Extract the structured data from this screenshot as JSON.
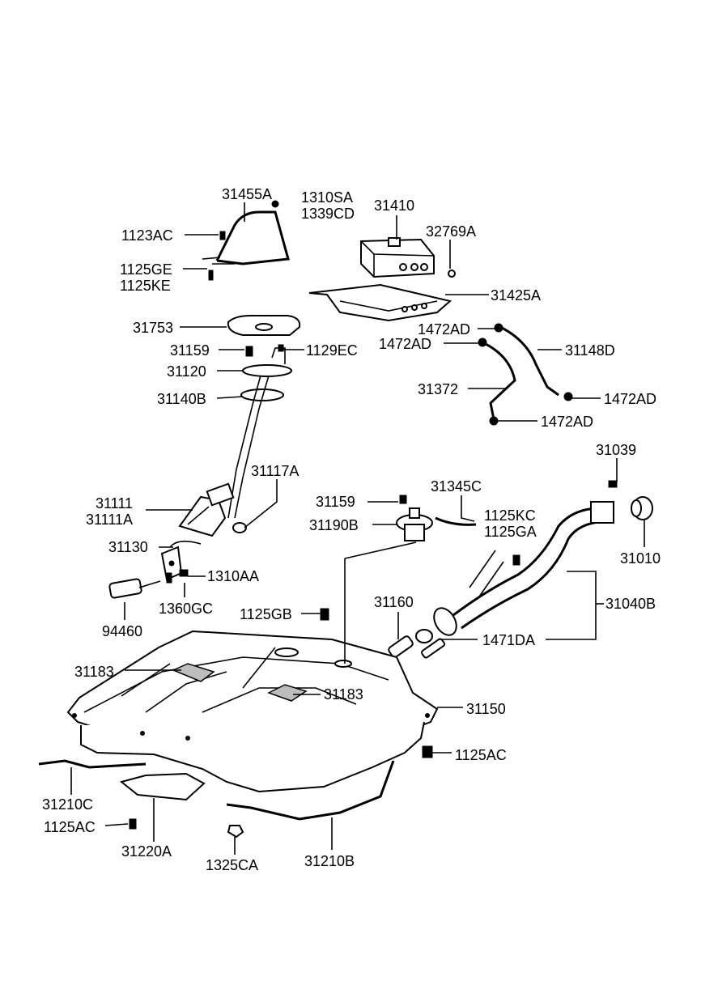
{
  "labels": {
    "p31455A": "31455A",
    "p1310SA": "1310SA",
    "p1339CD": "1339CD",
    "p1123AC": "1123AC",
    "p1125GE": "1125GE",
    "p1125KE": "1125KE",
    "p31410": "31410",
    "p32769A": "32769A",
    "p31425A": "31425A",
    "p31753": "31753",
    "p31159a": "31159",
    "p1129EC": "1129EC",
    "p31120": "31120",
    "p31140B": "31140B",
    "p1472AD_a": "1472AD",
    "p1472AD_b": "1472AD",
    "p31148D": "31148D",
    "p31372": "31372",
    "p1472AD_c": "1472AD",
    "p1472AD_d": "1472AD",
    "p31117A": "31117A",
    "p31111": "31111",
    "p31111A": "31111A",
    "p31039": "31039",
    "p31159b": "31159",
    "p31345C": "31345C",
    "p1125KC": "1125KC",
    "p1125GA": "1125GA",
    "p31190B": "31190B",
    "p31010": "31010",
    "p31130": "31130",
    "p1310AA": "1310AA",
    "p1360GC": "1360GC",
    "p94460": "94460",
    "p1125GB": "1125GB",
    "p31160": "31160",
    "p31040B": "31040B",
    "p1471DA": "1471DA",
    "p31183a": "31183",
    "p31183b": "31183",
    "p31150": "31150",
    "p1125AC_a": "1125AC",
    "p31210C": "31210C",
    "p1125AC_b": "1125AC",
    "p31220A": "31220A",
    "p1325CA": "1325CA",
    "p31210B": "31210B"
  }
}
